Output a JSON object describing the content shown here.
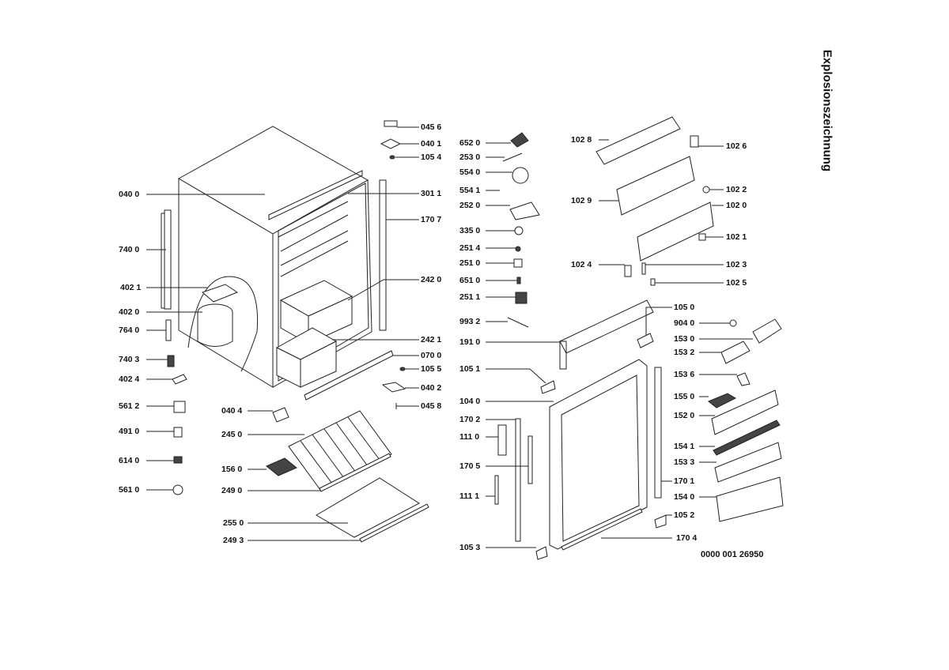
{
  "title": "Explosionszeichnung",
  "document_number": "0000 001 26950",
  "parts": [
    {
      "id": "045 6",
      "side": "left"
    },
    {
      "id": "040 1",
      "side": "left"
    },
    {
      "id": "105 4",
      "side": "left"
    },
    {
      "id": "040 0",
      "side": "right"
    },
    {
      "id": "301 1",
      "side": "left"
    },
    {
      "id": "170 7",
      "side": "left"
    },
    {
      "id": "740 0",
      "side": "right"
    },
    {
      "id": "402 1",
      "side": "right"
    },
    {
      "id": "402 0",
      "side": "right"
    },
    {
      "id": "764 0",
      "side": "right"
    },
    {
      "id": "242 0",
      "side": "left"
    },
    {
      "id": "242 1",
      "side": "left"
    },
    {
      "id": "070 0",
      "side": "left"
    },
    {
      "id": "105 5",
      "side": "left"
    },
    {
      "id": "040 2",
      "side": "left"
    },
    {
      "id": "045 8",
      "side": "left"
    },
    {
      "id": "740 3",
      "side": "right"
    },
    {
      "id": "402 4",
      "side": "right"
    },
    {
      "id": "561 2",
      "side": "right"
    },
    {
      "id": "491 0",
      "side": "right"
    },
    {
      "id": "614 0",
      "side": "right"
    },
    {
      "id": "561 0",
      "side": "right"
    },
    {
      "id": "040 4",
      "side": "right"
    },
    {
      "id": "245 0",
      "side": "right"
    },
    {
      "id": "156 0",
      "side": "right"
    },
    {
      "id": "249 0",
      "side": "right"
    },
    {
      "id": "255 0",
      "side": "right"
    },
    {
      "id": "249 3",
      "side": "right"
    },
    {
      "id": "652 0",
      "side": "right"
    },
    {
      "id": "253 0",
      "side": "right"
    },
    {
      "id": "554 0",
      "side": "right"
    },
    {
      "id": "554 1",
      "side": "right"
    },
    {
      "id": "252 0",
      "side": "right"
    },
    {
      "id": "335 0",
      "side": "right"
    },
    {
      "id": "251 4",
      "side": "right"
    },
    {
      "id": "251 0",
      "side": "right"
    },
    {
      "id": "651 0",
      "side": "right"
    },
    {
      "id": "251 1",
      "side": "right"
    },
    {
      "id": "993 2",
      "side": "right"
    },
    {
      "id": "191 0",
      "side": "right"
    },
    {
      "id": "105 1",
      "side": "right"
    },
    {
      "id": "104 0",
      "side": "right"
    },
    {
      "id": "170 2",
      "side": "right"
    },
    {
      "id": "111 0",
      "side": "right"
    },
    {
      "id": "170 5",
      "side": "right"
    },
    {
      "id": "111 1",
      "side": "right"
    },
    {
      "id": "105 3",
      "side": "right"
    },
    {
      "id": "102 8",
      "side": "right"
    },
    {
      "id": "102 6",
      "side": "left"
    },
    {
      "id": "102 9",
      "side": "right"
    },
    {
      "id": "102 2",
      "side": "left"
    },
    {
      "id": "102 0",
      "side": "left"
    },
    {
      "id": "102 1",
      "side": "left"
    },
    {
      "id": "102 4",
      "side": "right"
    },
    {
      "id": "102 3",
      "side": "left"
    },
    {
      "id": "102 5",
      "side": "left"
    },
    {
      "id": "105 0",
      "side": "left"
    },
    {
      "id": "904 0",
      "side": "right"
    },
    {
      "id": "153 0",
      "side": "right"
    },
    {
      "id": "153 2",
      "side": "right"
    },
    {
      "id": "153 6",
      "side": "right"
    },
    {
      "id": "155 0",
      "side": "right"
    },
    {
      "id": "152 0",
      "side": "right"
    },
    {
      "id": "154 1",
      "side": "right"
    },
    {
      "id": "153 3",
      "side": "right"
    },
    {
      "id": "170 1",
      "side": "left"
    },
    {
      "id": "154 0",
      "side": "right"
    },
    {
      "id": "105 2",
      "side": "left"
    },
    {
      "id": "170 4",
      "side": "left"
    }
  ]
}
